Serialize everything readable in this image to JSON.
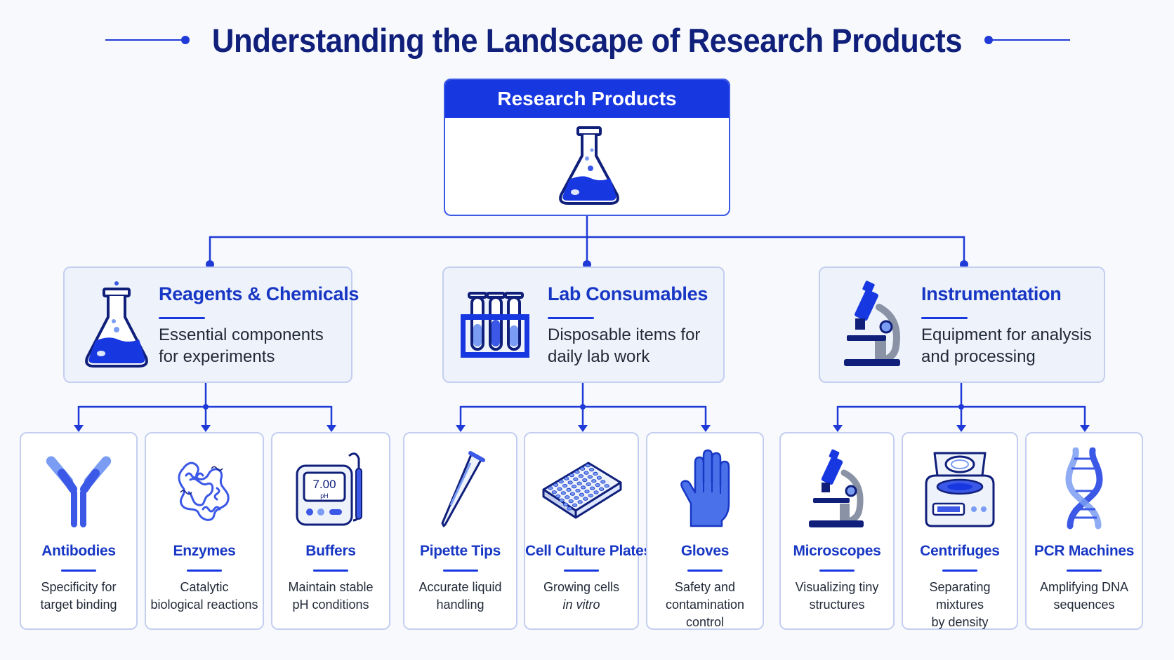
{
  "title": "Understanding the Landscape of Research Products",
  "root": {
    "label": "Research Products",
    "icon": "flask-icon"
  },
  "categories": [
    {
      "title": "Reagents & Chemicals",
      "desc1": "Essential components",
      "desc2": "for experiments",
      "icon": "flask-icon"
    },
    {
      "title": "Lab Consumables",
      "desc1": "Disposable items for",
      "desc2": "daily lab work",
      "icon": "test-tube-rack-icon"
    },
    {
      "title": "Instrumentation",
      "desc1": "Equipment for analysis",
      "desc2": "and processing",
      "icon": "microscope-icon"
    }
  ],
  "products": [
    {
      "title": "Antibodies",
      "desc1": "Specificity for",
      "desc2": "target binding",
      "icon": "antibody-icon"
    },
    {
      "title": "Enzymes",
      "desc1": "Catalytic",
      "desc2": "biological reactions",
      "icon": "protein-icon"
    },
    {
      "title": "Buffers",
      "desc1": "Maintain stable",
      "desc2": "pH conditions",
      "icon": "ph-meter-icon",
      "meter_reading": "7.00",
      "meter_unit": "pH"
    },
    {
      "title": "Pipette Tips",
      "desc1": "Accurate liquid",
      "desc2": "handling",
      "icon": "pipette-tip-icon"
    },
    {
      "title": "Cell Culture Plates",
      "desc1": "Growing cells",
      "desc2": "in vitro",
      "icon": "well-plate-icon"
    },
    {
      "title": "Gloves",
      "desc1": "Safety and",
      "desc2": "contamination control",
      "icon": "glove-icon"
    },
    {
      "title": "Microscopes",
      "desc1": "Visualizing tiny",
      "desc2": "structures",
      "icon": "microscope-icon"
    },
    {
      "title": "Centrifuges",
      "desc1": "Separating mixtures",
      "desc2": "by density",
      "icon": "centrifuge-icon"
    },
    {
      "title": "PCR Machines",
      "desc1": "Amplifying DNA",
      "desc2": "sequences",
      "icon": "dna-icon"
    }
  ],
  "colors": {
    "primary": "#1737e0",
    "navy": "#0f1f7a",
    "border": "#c4cff0",
    "panel": "#eef2fb",
    "light_blue": "#7a9cf2"
  }
}
